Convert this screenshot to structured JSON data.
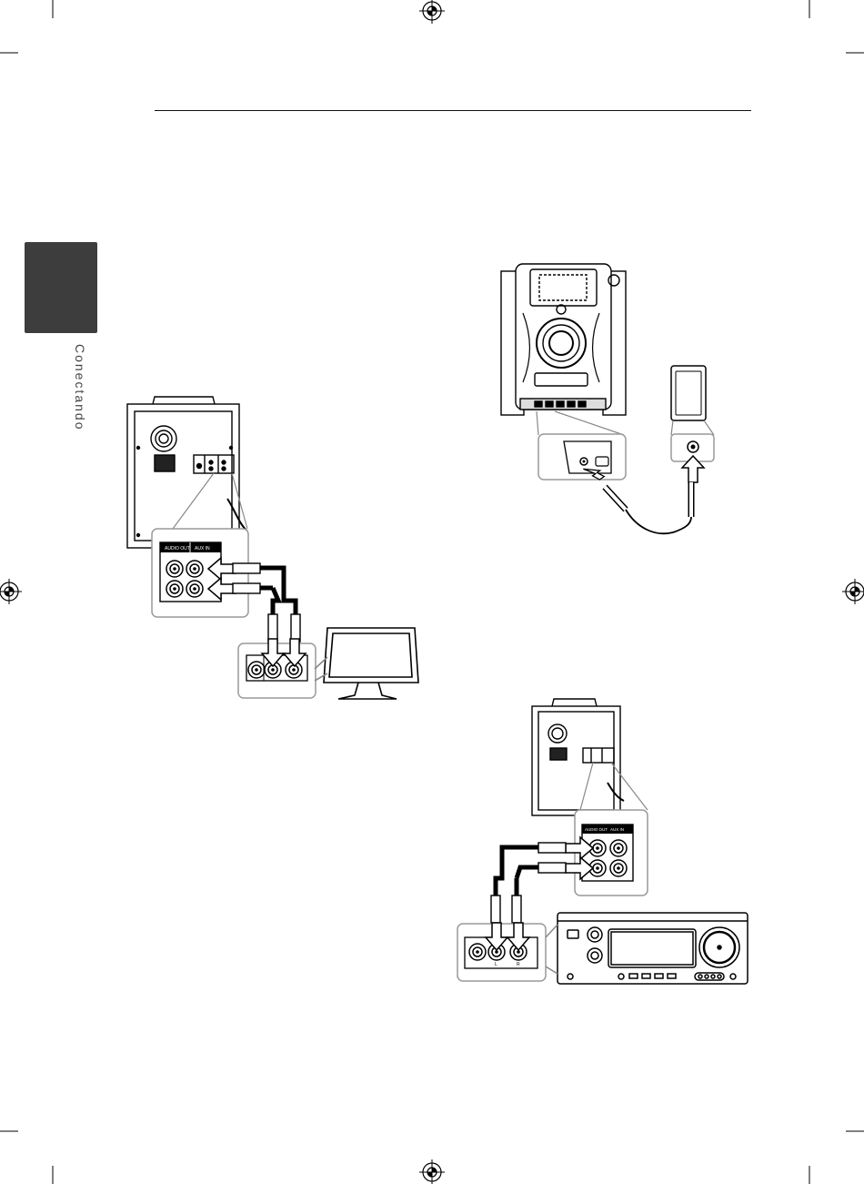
{
  "sidebar": {
    "section_label": "Conectando"
  },
  "panel_labels": {
    "audio_out": "AUDIO OUT",
    "aux_in": "AUX IN"
  },
  "amplifier_labels": {
    "left": "L",
    "right": "R"
  },
  "icons": [
    "registration-mark-icon",
    "crop-mark-icon",
    "insert-arrow-icon"
  ]
}
